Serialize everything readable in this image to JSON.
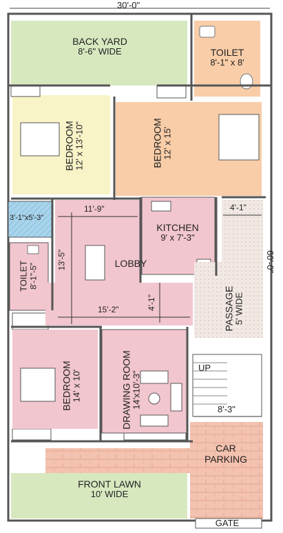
{
  "overall_width": "30'-0\"",
  "overall_depth": "60'-0\"",
  "rooms": {
    "back_yard": {
      "name": "BACK YARD",
      "size": "8'-6\"  WIDE"
    },
    "toilet_top": {
      "name": "TOILET",
      "size": "8'-1\" x 8'"
    },
    "bedroom_left_top": {
      "name": "BEDROOM",
      "size": "12' x 13'-10\""
    },
    "bedroom_right_top": {
      "name": "BEDROOM",
      "size": "12' x 15'"
    },
    "kitchen": {
      "name": "KITCHEN",
      "size": "9' x 7'-3\""
    },
    "lobby": {
      "name": "LOBBY"
    },
    "toilet_left": {
      "name": "TOILET",
      "size": "8'-1\"-5\""
    },
    "passage": {
      "name": "PASSAGE",
      "size": "5' WIDE"
    },
    "bedroom_bottom": {
      "name": "BEDROOM",
      "size": "14' x 10'"
    },
    "drawing_room": {
      "name": "DRAWING ROOM",
      "size": "14'x10'-3\""
    },
    "car_parking": {
      "line1": "CAR",
      "line2": "PARKING"
    },
    "front_lawn": {
      "name": "FRONT LAWN",
      "size": "10' WIDE"
    },
    "gate": {
      "name": "GATE"
    }
  },
  "dimensions": {
    "shaft": "3'-1\"x5'-3\"",
    "lobby_width": "11'-9\"",
    "passage_width": "4'-1\"",
    "lobby_depth": "13'-5\"",
    "lobby_lower_width": "15'-2\"",
    "kitchen_gap": "4'-1\"",
    "parking_width": "8'-3\""
  },
  "stair_label": "UP",
  "colors": {
    "pink": "#f2c6cf",
    "peach": "#f8cda8",
    "yellow": "#f8f4c8",
    "green": "#d7e8bf",
    "blue": "#a8d4ec",
    "wall": "#555555"
  }
}
